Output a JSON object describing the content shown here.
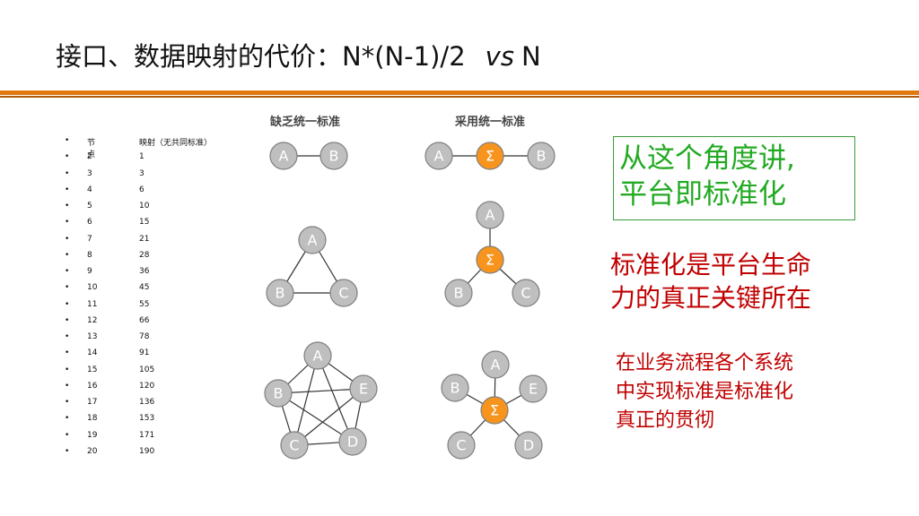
{
  "title": {
    "main": "接口、数据映射的代价：N*(N-1)/2",
    "vs": "vs",
    "tail": "N"
  },
  "table": {
    "bullet": "•",
    "headers": [
      "节点",
      "映射（无共同标准）"
    ],
    "rows": [
      [
        "2",
        "1"
      ],
      [
        "3",
        "3"
      ],
      [
        "4",
        "6"
      ],
      [
        "5",
        "10"
      ],
      [
        "6",
        "15"
      ],
      [
        "7",
        "21"
      ],
      [
        "8",
        "28"
      ],
      [
        "9",
        "36"
      ],
      [
        "10",
        "45"
      ],
      [
        "11",
        "55"
      ],
      [
        "12",
        "66"
      ],
      [
        "13",
        "78"
      ],
      [
        "14",
        "91"
      ],
      [
        "15",
        "105"
      ],
      [
        "16",
        "120"
      ],
      [
        "17",
        "136"
      ],
      [
        "18",
        "153"
      ],
      [
        "19",
        "171"
      ],
      [
        "20",
        "190"
      ]
    ]
  },
  "diagram": {
    "left_header": "缺乏统一标准",
    "right_header": "采用统一标准",
    "hub_label": "Σ",
    "node_labels": [
      "A",
      "B",
      "C",
      "D",
      "E"
    ]
  },
  "callouts": {
    "green_box": [
      "从这个角度讲,",
      "平台即标准化"
    ],
    "red_main": [
      "标准化是平台生命",
      "力的真正关键所在"
    ],
    "red_sub": [
      "在业务流程各个系统",
      "中实现标准是标准化",
      "真正的贯彻"
    ]
  },
  "colors": {
    "accent_bar": "#e07a10",
    "hub": "#f7941d",
    "node": "#bfbfbf",
    "green": "#22aa22",
    "red": "#c00000"
  }
}
